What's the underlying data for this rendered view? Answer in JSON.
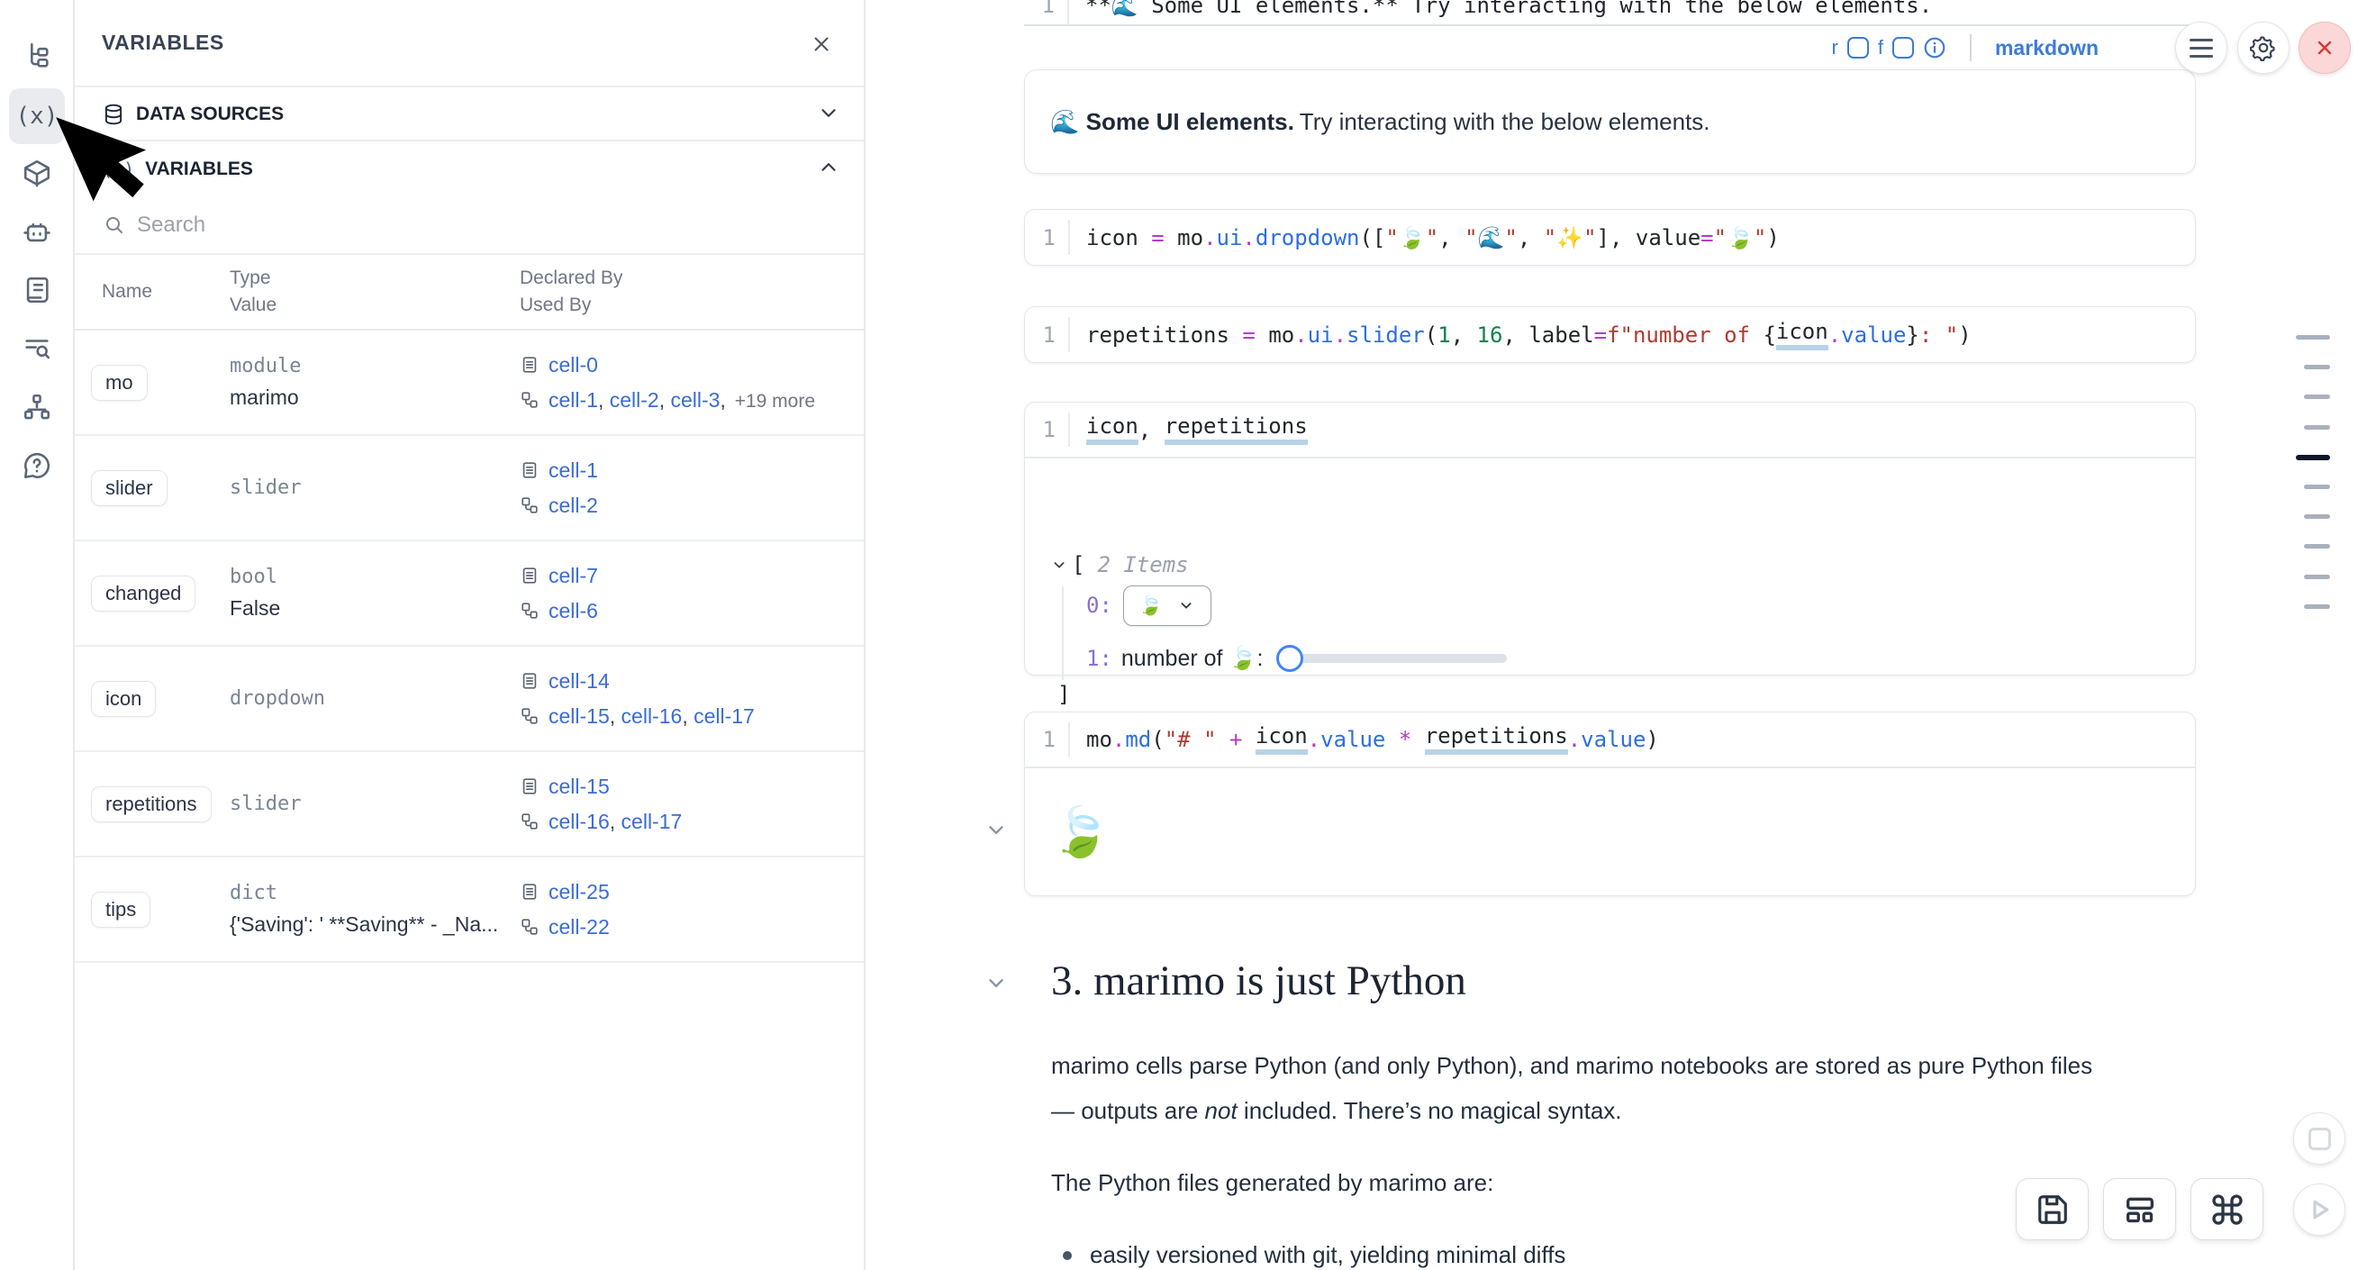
{
  "colors": {
    "accent_blue": "#3d7bd9",
    "link_blue": "#3b6cd4",
    "code_blue": "#2d6ee0",
    "code_purple": "#b43cc6",
    "code_green": "#12804f",
    "code_red": "#b03a30",
    "danger_red": "#d63939",
    "active_minimap_mark": "#0f172a"
  },
  "sidebar": {
    "items": [
      "file-tree",
      "variables",
      "package",
      "ai-assistant",
      "scratchpad",
      "snippet-search",
      "dependency-graph",
      "help"
    ],
    "active": "variables"
  },
  "panel": {
    "title": "VARIABLES",
    "sections": {
      "data_sources": "DATA SOURCES",
      "variables": "VARIABLES"
    },
    "search_placeholder": "Search",
    "table": {
      "headers": {
        "name": "Name",
        "type": "Type",
        "value": "Value",
        "declared_by": "Declared By",
        "used_by": "Used By"
      },
      "rows": [
        {
          "name": "mo",
          "type": "module",
          "value": "marimo",
          "declared_by": [
            "cell-0"
          ],
          "used_by": [
            "cell-1",
            "cell-2",
            "cell-3"
          ],
          "used_by_more": "+19 more"
        },
        {
          "name": "slider",
          "type": "slider",
          "value": "",
          "declared_by": [
            "cell-1"
          ],
          "used_by": [
            "cell-2"
          ],
          "used_by_more": ""
        },
        {
          "name": "changed",
          "type": "bool",
          "value": "False",
          "declared_by": [
            "cell-7"
          ],
          "used_by": [
            "cell-6"
          ],
          "used_by_more": ""
        },
        {
          "name": "icon",
          "type": "dropdown",
          "value": "",
          "declared_by": [
            "cell-14"
          ],
          "used_by": [
            "cell-15",
            "cell-16",
            "cell-17"
          ],
          "used_by_more": ""
        },
        {
          "name": "repetitions",
          "type": "slider",
          "value": "",
          "declared_by": [
            "cell-15"
          ],
          "used_by": [
            "cell-16",
            "cell-17"
          ],
          "used_by_more": ""
        },
        {
          "name": "tips",
          "type": "dict",
          "value": "{'Saving': ' **Saving** - _Na...",
          "declared_by": [
            "cell-25"
          ],
          "used_by": [
            "cell-22"
          ],
          "used_by_more": ""
        }
      ]
    }
  },
  "notebook": {
    "cellA": {
      "line_no": "1",
      "source_tokens": [
        [
          "plain",
          "**🌊 Some UI elements.** Try interacting with the below elements."
        ]
      ],
      "toggles": {
        "r": "r",
        "f": "f",
        "mode": "markdown"
      },
      "output_bold": "🌊 Some UI elements.",
      "output_rest": " Try interacting with the below elements."
    },
    "cellB": {
      "line_no": "1",
      "tokens": [
        [
          "def",
          "icon"
        ],
        [
          "plain",
          " "
        ],
        [
          "op",
          "="
        ],
        [
          "plain",
          " "
        ],
        [
          "def",
          "mo"
        ],
        [
          "op",
          "."
        ],
        [
          "fn",
          "ui"
        ],
        [
          "op",
          "."
        ],
        [
          "fn",
          "dropdown"
        ],
        [
          "plain",
          "(["
        ],
        [
          "str",
          "\"🍃\""
        ],
        [
          "plain",
          ", "
        ],
        [
          "str",
          "\"🌊\""
        ],
        [
          "plain",
          ", "
        ],
        [
          "str",
          "\"✨\""
        ],
        [
          "plain",
          "], "
        ],
        [
          "def",
          "value"
        ],
        [
          "op",
          "="
        ],
        [
          "str",
          "\"🍃\""
        ],
        [
          "plain",
          ")"
        ]
      ]
    },
    "cellC": {
      "line_no": "1",
      "tokens": [
        [
          "def",
          "repetitions"
        ],
        [
          "plain",
          " "
        ],
        [
          "op",
          "="
        ],
        [
          "plain",
          " "
        ],
        [
          "def",
          "mo"
        ],
        [
          "op",
          "."
        ],
        [
          "fn",
          "ui"
        ],
        [
          "op",
          "."
        ],
        [
          "fn",
          "slider"
        ],
        [
          "plain",
          "("
        ],
        [
          "num",
          "1"
        ],
        [
          "plain",
          ", "
        ],
        [
          "num",
          "16"
        ],
        [
          "plain",
          ", "
        ],
        [
          "def",
          "label"
        ],
        [
          "op",
          "="
        ],
        [
          "str",
          "f\"number of "
        ],
        [
          "plain",
          "{"
        ],
        [
          "def ul",
          "icon"
        ],
        [
          "op",
          "."
        ],
        [
          "fn",
          "value"
        ],
        [
          "plain",
          "}"
        ],
        [
          "str",
          ": \""
        ],
        [
          "plain",
          ")"
        ]
      ]
    },
    "cellD": {
      "line_no": "1",
      "tokens": [
        [
          "def ul",
          "icon"
        ],
        [
          "plain",
          ", "
        ],
        [
          "def ul",
          "repetitions"
        ]
      ],
      "output": {
        "bracket_open": "[",
        "items_label": "2 Items",
        "item0_key": "0:",
        "dropdown_value": "🍃",
        "item1_key": "1:",
        "slider_label": "number of 🍃: ",
        "bracket_close": "]"
      }
    },
    "cellE": {
      "line_no": "1",
      "tokens": [
        [
          "def",
          "mo"
        ],
        [
          "op",
          "."
        ],
        [
          "fn",
          "md"
        ],
        [
          "plain",
          "("
        ],
        [
          "str",
          "\"# \""
        ],
        [
          "plain",
          " "
        ],
        [
          "op",
          "+"
        ],
        [
          "plain",
          " "
        ],
        [
          "def ul",
          "icon"
        ],
        [
          "op",
          "."
        ],
        [
          "fn",
          "value"
        ],
        [
          "plain",
          " "
        ],
        [
          "op",
          "*"
        ],
        [
          "plain",
          " "
        ],
        [
          "def ul",
          "repetitions"
        ],
        [
          "op",
          "."
        ],
        [
          "fn",
          "value"
        ],
        [
          "plain",
          ")"
        ]
      ],
      "output_emoji": "🍃"
    },
    "prose": {
      "heading": "3. marimo is just Python",
      "p1_line1": "marimo cells parse Python (and only Python), and marimo notebooks are stored as pure Python files",
      "p1_line2_pre": "— outputs are ",
      "p1_italic": "not",
      "p1_line2_post": " included. There’s no magical syntax.",
      "p2": "The Python files generated by marimo are:",
      "bullet1": "easily versioned with git, yielding minimal diffs"
    },
    "minimap": [
      "wide",
      "normal",
      "normal",
      "normal",
      "active",
      "normal",
      "normal",
      "normal",
      "normal",
      "normal"
    ],
    "command_glyph": "⌘"
  }
}
